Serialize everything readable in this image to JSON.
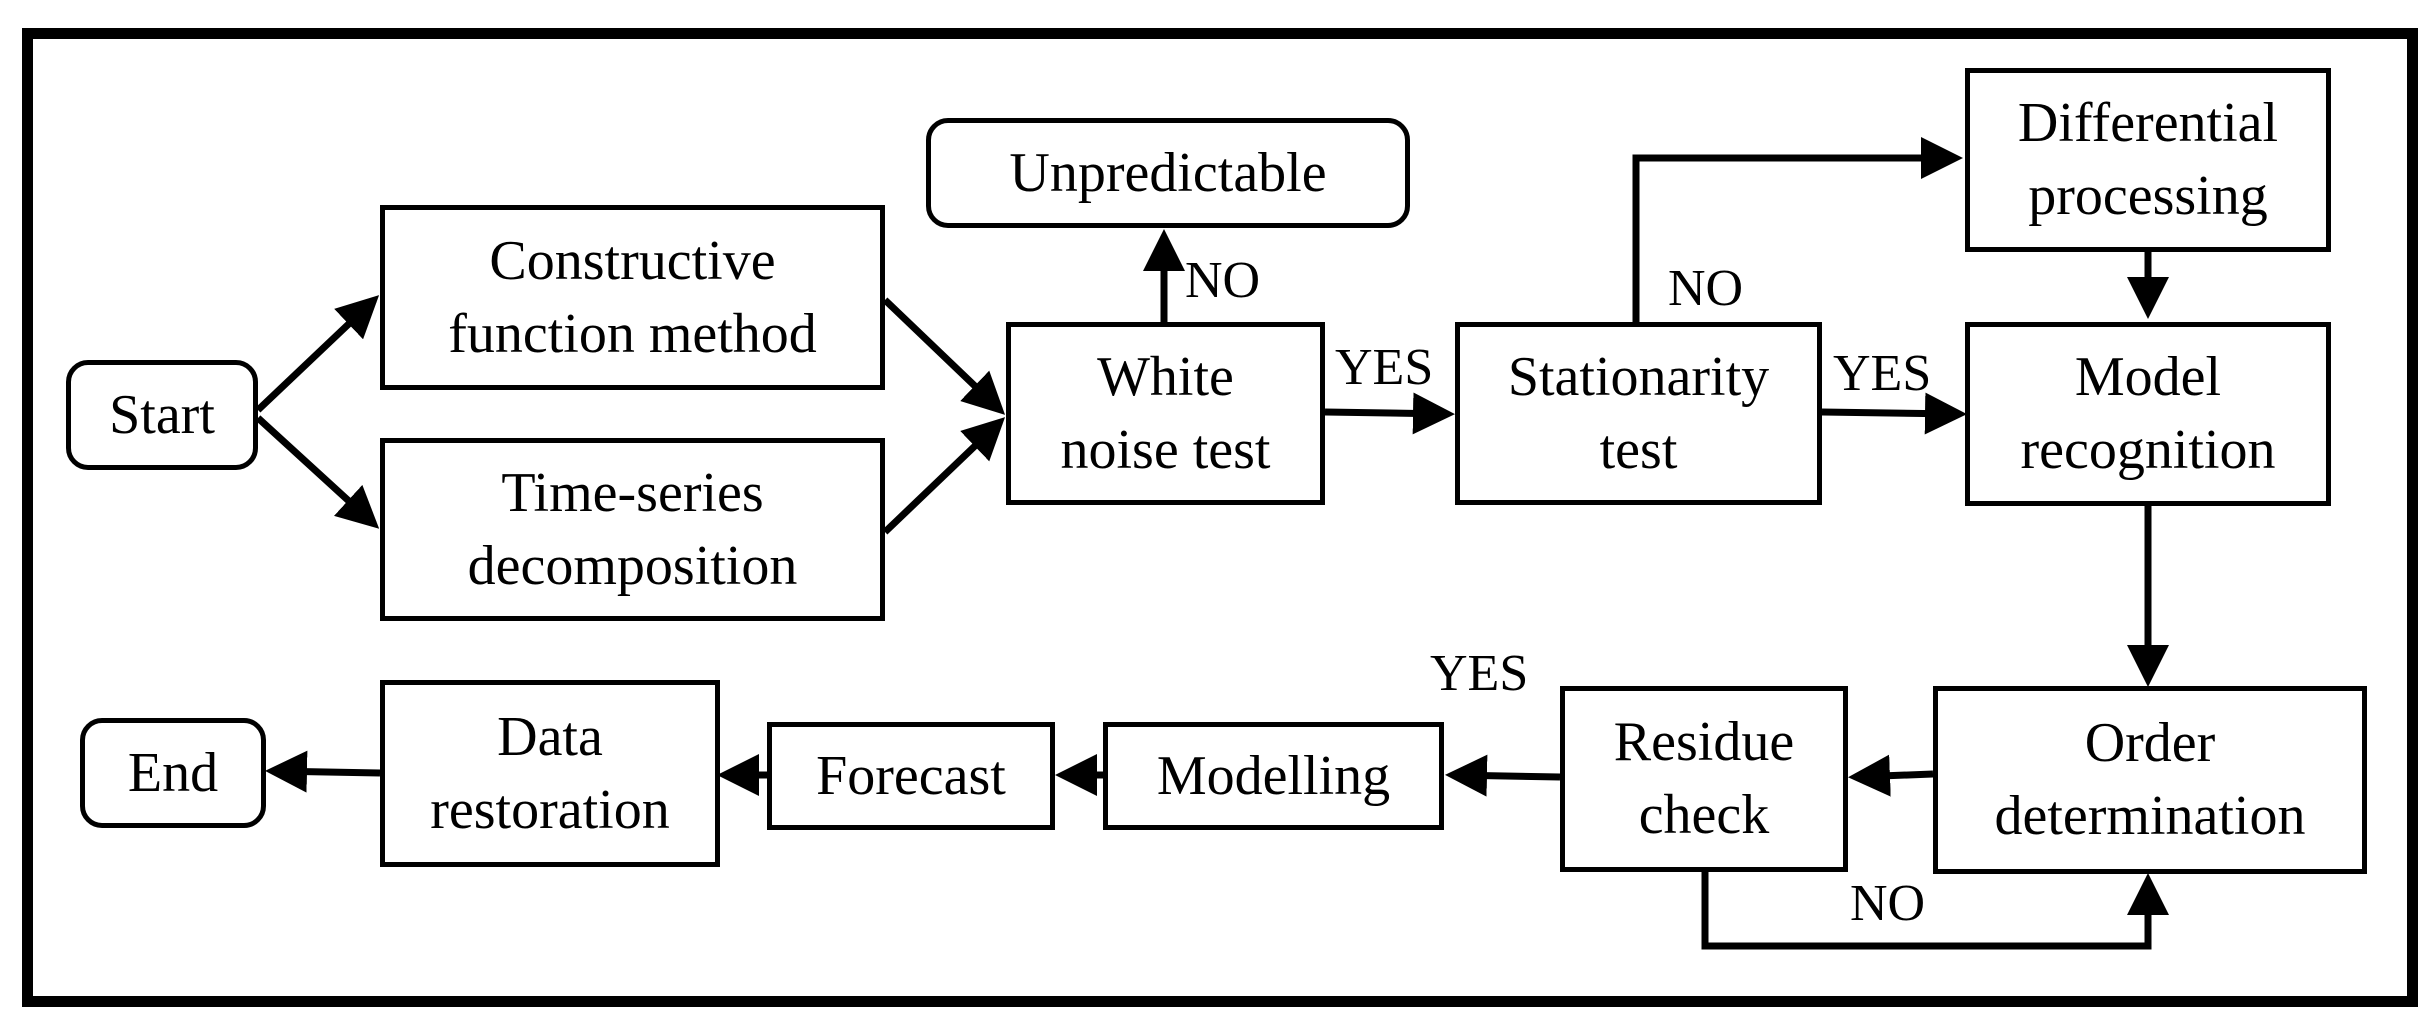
{
  "nodes": {
    "start": "Start",
    "constructive": "Constructive\nfunction method",
    "timeseries": "Time-series\ndecomposition",
    "unpredictable": "Unpredictable",
    "whitenoise": "White\nnoise test",
    "stationarity": "Stationarity\ntest",
    "differential": "Differential\nprocessing",
    "model_recognition": "Model\nrecognition",
    "order": "Order\ndetermination",
    "residue": "Residue\ncheck",
    "modelling": "Modelling",
    "forecast": "Forecast",
    "restoration": "Data\nrestoration",
    "end": "End"
  },
  "edge_labels": {
    "white_no": "NO",
    "white_yes": "YES",
    "stat_no": "NO",
    "stat_yes": "YES",
    "residue_yes": "YES",
    "residue_no": "NO"
  },
  "colors": {
    "line": "#000000",
    "background": "#ffffff"
  }
}
